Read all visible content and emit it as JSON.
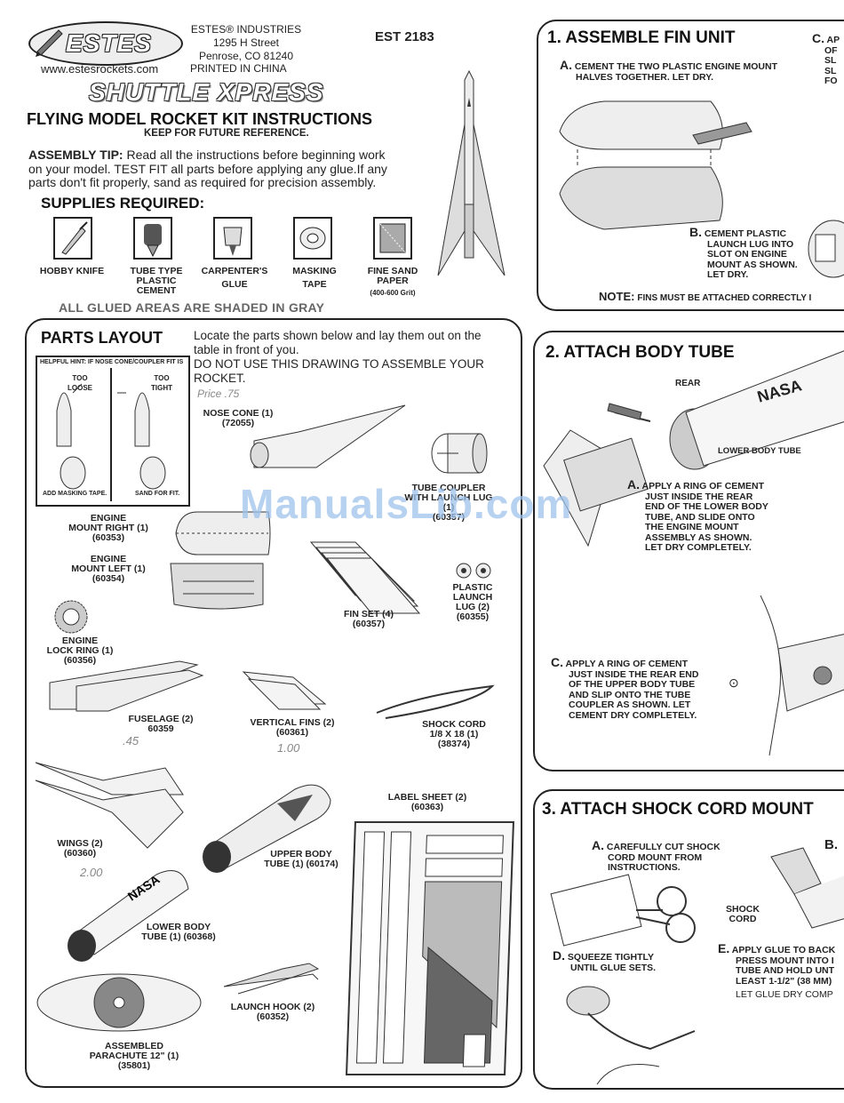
{
  "header": {
    "logo_text": "ESTES",
    "company": "ESTES® INDUSTRIES",
    "street": "1295 H Street",
    "city": "Penrose, CO 81240",
    "website": "www.estesrockets.com",
    "printed": "PRINTED IN CHINA",
    "product_code": "EST 2183",
    "kit_name": "SHUTTLE XPRESS",
    "title": "FLYING MODEL ROCKET KIT INSTRUCTIONS",
    "subtitle": "KEEP FOR FUTURE REFERENCE."
  },
  "assembly_tip": {
    "label": "ASSEMBLY TIP:",
    "line1": "Read all the instructions before beginning work",
    "line2": "on your model. TEST FIT all parts before applying any glue.If any",
    "line3": "parts don't fit properly, sand as required for precision assembly."
  },
  "supplies": {
    "heading": "SUPPLIES REQUIRED:",
    "items": [
      {
        "l1": "HOBBY KNIFE",
        "l2": "",
        "l3": ""
      },
      {
        "l1": "TUBE TYPE",
        "l2": "PLASTIC",
        "l3": "CEMENT"
      },
      {
        "l1": "CARPENTER'S",
        "l2": "GLUE",
        "l3": ""
      },
      {
        "l1": "MASKING",
        "l2": "TAPE",
        "l3": ""
      },
      {
        "l1": "FINE SAND",
        "l2": "PAPER",
        "l3": "(400-600 Grit)"
      }
    ],
    "glued_note": "ALL GLUED AREAS ARE SHADED IN GRAY"
  },
  "parts_layout": {
    "heading": "PARTS LAYOUT",
    "intro1": "Locate the parts shown below and lay them out on the",
    "intro2": "table in front of you.",
    "warn1": "DO NOT USE THIS DRAWING TO ASSEMBLE YOUR",
    "warn2": "ROCKET.",
    "hint_title": "HELPFUL HINT: IF NOSE CONE/COUPLER FIT IS",
    "too_loose": "TOO LOOSE",
    "too_tight": "TOO TIGHT",
    "add_tape": "ADD MASKING TAPE.",
    "sand_fit": "SAND FOR FIT.",
    "parts": {
      "nose_cone": {
        "name": "NOSE CONE (1)",
        "num": "(72055)"
      },
      "tube_coupler": {
        "name": "TUBE COUPLER",
        "name2": "WITH LAUNCH LUG",
        "name3": "(1)",
        "num": "(60357)"
      },
      "engine_mount_right": {
        "name": "ENGINE",
        "name2": "MOUNT RIGHT (1)",
        "num": "(60353)"
      },
      "engine_mount_left": {
        "name": "ENGINE",
        "name2": "MOUNT LEFT (1)",
        "num": "(60354)"
      },
      "fin_set": {
        "name": "FIN SET (4)",
        "num": "(60357)"
      },
      "launch_lug": {
        "name": "PLASTIC",
        "name2": "LAUNCH",
        "name3": "LUG (2)",
        "num": "(60355)"
      },
      "lock_ring": {
        "name": "ENGINE",
        "name2": "LOCK RING (1)",
        "num": "(60356)"
      },
      "fuselage": {
        "name": "FUSELAGE (2)",
        "num": "60359"
      },
      "vertical_fins": {
        "name": "VERTICAL FINS (2)",
        "num": "(60361)"
      },
      "shock_cord": {
        "name": "SHOCK CORD",
        "name2": "1/8 X 18 (1)",
        "num": "(38374)"
      },
      "label_sheet": {
        "name": "LABEL SHEET (2)",
        "num": "(60363)"
      },
      "wings": {
        "name": "WINGS (2)",
        "num": "(60360)"
      },
      "upper_body": {
        "name": "UPPER BODY",
        "name2": "TUBE (1) (60174)"
      },
      "lower_body": {
        "name": "LOWER BODY",
        "name2": "TUBE (1) (60368)"
      },
      "launch_hook": {
        "name": "LAUNCH HOOK (2)",
        "num": "(60352)"
      },
      "parachute": {
        "name": "ASSEMBLED",
        "name2": "PARACHUTE 12\" (1)",
        "num": "(35801)"
      }
    },
    "handwritten": {
      "h1": "Price .75",
      "h2": ".45",
      "h3": "1.00",
      "h4": "2.00"
    }
  },
  "step1": {
    "heading": "1. ASSEMBLE FIN UNIT",
    "a_letter": "A.",
    "a1": "CEMENT THE TWO PLASTIC ENGINE MOUNT",
    "a2": "HALVES TOGETHER.  LET DRY.",
    "b_letter": "B.",
    "b1": "CEMENT PLASTIC",
    "b2": "LAUNCH LUG INTO",
    "b3": "SLOT ON ENGINE",
    "b4": "MOUNT  AS SHOWN.",
    "b5": "LET DRY.",
    "c_letter": "C.",
    "c_text": "AP",
    "c2": "OF",
    "c3": "SL",
    "c4": "SL",
    "c5": "FO",
    "note_label": "NOTE:",
    "note_text": "FINS MUST BE ATTACHED CORRECTLY I"
  },
  "step2": {
    "heading": "2. ATTACH BODY TUBE",
    "rear": "REAR",
    "nasa": "NASA",
    "lower_tube": "LOWER BODY TUBE",
    "a_letter": "A.",
    "a1": "APPLY A RING OF CEMENT",
    "a2": "JUST INSIDE THE REAR",
    "a3": "END OF THE LOWER BODY",
    "a4": "TUBE, AND SLIDE ONTO",
    "a5": "THE ENGINE MOUNT",
    "a6": "ASSEMBLY AS SHOWN.",
    "a7": "LET DRY COMPLETELY.",
    "c_letter": "C.",
    "c1": "APPLY A RING OF CEMENT",
    "c2": "JUST INSIDE THE REAR END",
    "c3": "OF THE UPPER BODY TUBE",
    "c4": "AND SLIP ONTO THE TUBE",
    "c5": "COUPLER AS SHOWN. LET",
    "c6": "CEMENT DRY COMPLETELY."
  },
  "step3": {
    "heading": "3. ATTACH SHOCK CORD MOUNT",
    "a_letter": "A.",
    "a1": "CAREFULLY CUT SHOCK",
    "a2": "CORD MOUNT FROM",
    "a3": "INSTRUCTIONS.",
    "b_letter": "B.",
    "shock": "SHOCK",
    "cord": "CORD",
    "d_letter": "D.",
    "d1": "SQUEEZE TIGHTLY",
    "d2": "UNTIL GLUE SETS.",
    "e_letter": "E.",
    "e1": "APPLY GLUE TO BACK",
    "e2": "PRESS MOUNT INTO I",
    "e3": "TUBE AND HOLD UNT",
    "e4": "LEAST 1-1/2\" (38 MM)",
    "e5": "LET GLUE DRY COMP"
  },
  "watermark": "ManualsLib.com"
}
